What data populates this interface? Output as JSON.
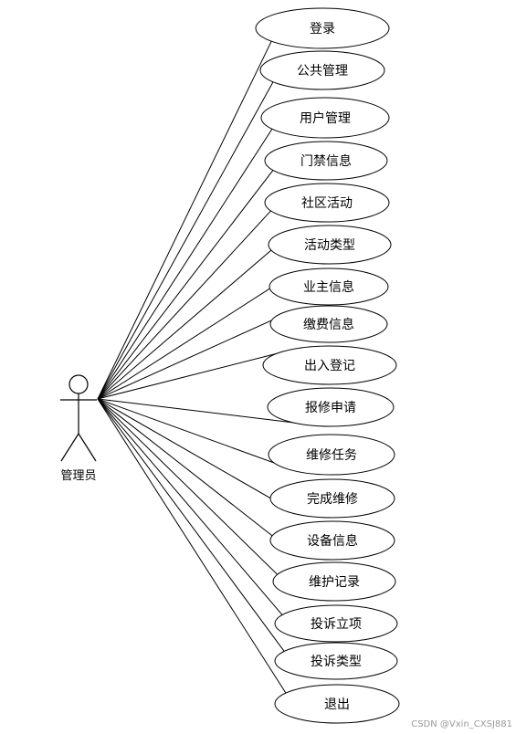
{
  "actor": {
    "label": "管理员"
  },
  "use_cases": [
    "登录",
    "公共管理",
    "用户管理",
    "门禁信息",
    "社区活动",
    "活动类型",
    "业主信息",
    "缴费信息",
    "出入登记",
    "报修申请",
    "维修任务",
    "完成维修",
    "设备信息",
    "维护记录",
    "投诉立项",
    "投诉类型",
    "退出"
  ],
  "watermark": "CSDN @Vxin_CXSJ881",
  "colors": {
    "stroke": "#000000",
    "background": "#ffffff",
    "watermark": "#9a9a9a"
  }
}
